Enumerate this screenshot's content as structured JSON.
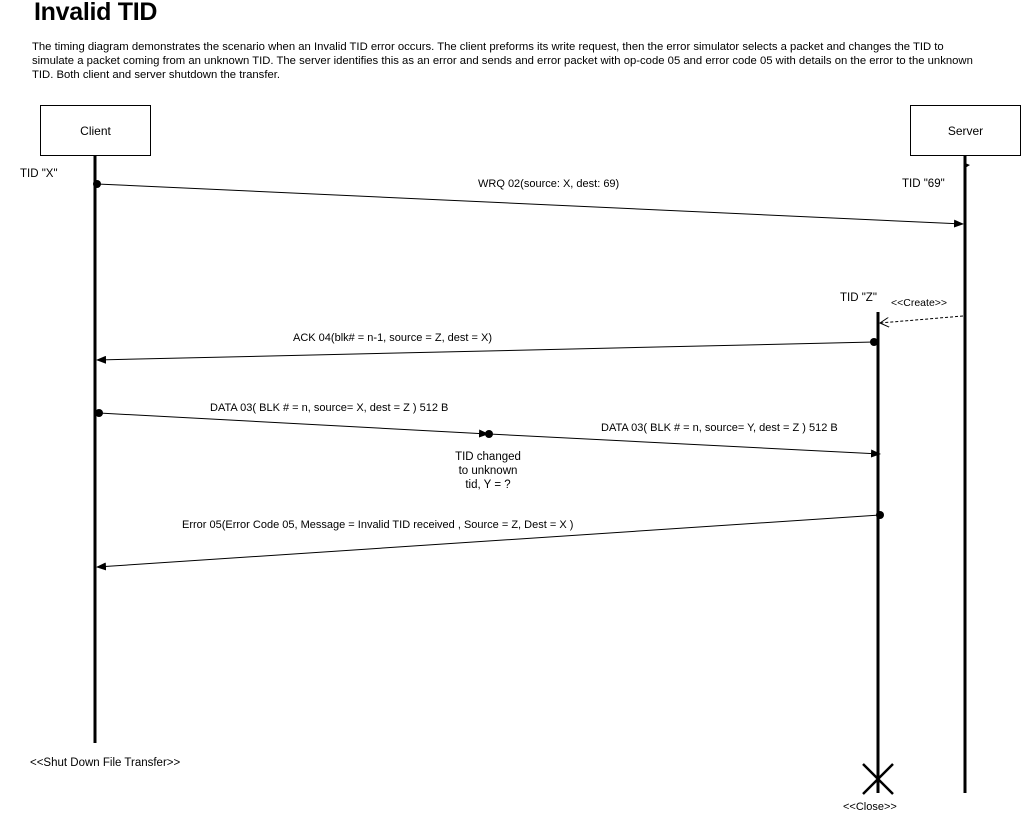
{
  "title": "Invalid TID",
  "description": "The timing diagram demonstrates the scenario when an Invalid TID error occurs.  The client preforms its write request, then the error simulator selects a packet and changes the TID to simulate a packet coming from an unknown TID.  The server identifies this as an error and sends and error packet with op-code 05 and error code 05 with details on the error to the unknown TID. Both client and server shutdown the transfer.",
  "participants": {
    "client": "Client",
    "server": "Server"
  },
  "tids": {
    "client": "TID \"X\"",
    "server": "TID \"69\"",
    "new_thread": "TID \"Z\""
  },
  "stereotypes": {
    "create": "<<Create>>",
    "shutdown": "<<Shut Down File Transfer>>",
    "close": "<<Close>>"
  },
  "messages": [
    "WRQ 02(source: X, dest: 69)",
    "ACK 04(blk# = n-1, source = Z, dest = X)",
    "DATA 03( BLK # = n, source= X, dest = Z )   512 B",
    "DATA 03( BLK # = n, source= Y, dest = Z )   512 B",
    "Error 05(Error Code 05, Message = Invalid TID received  , Source = Z, Dest = X )"
  ],
  "note": {
    "line1": "TID changed",
    "line2": "to unknown",
    "line3": "tid, Y = ?"
  }
}
